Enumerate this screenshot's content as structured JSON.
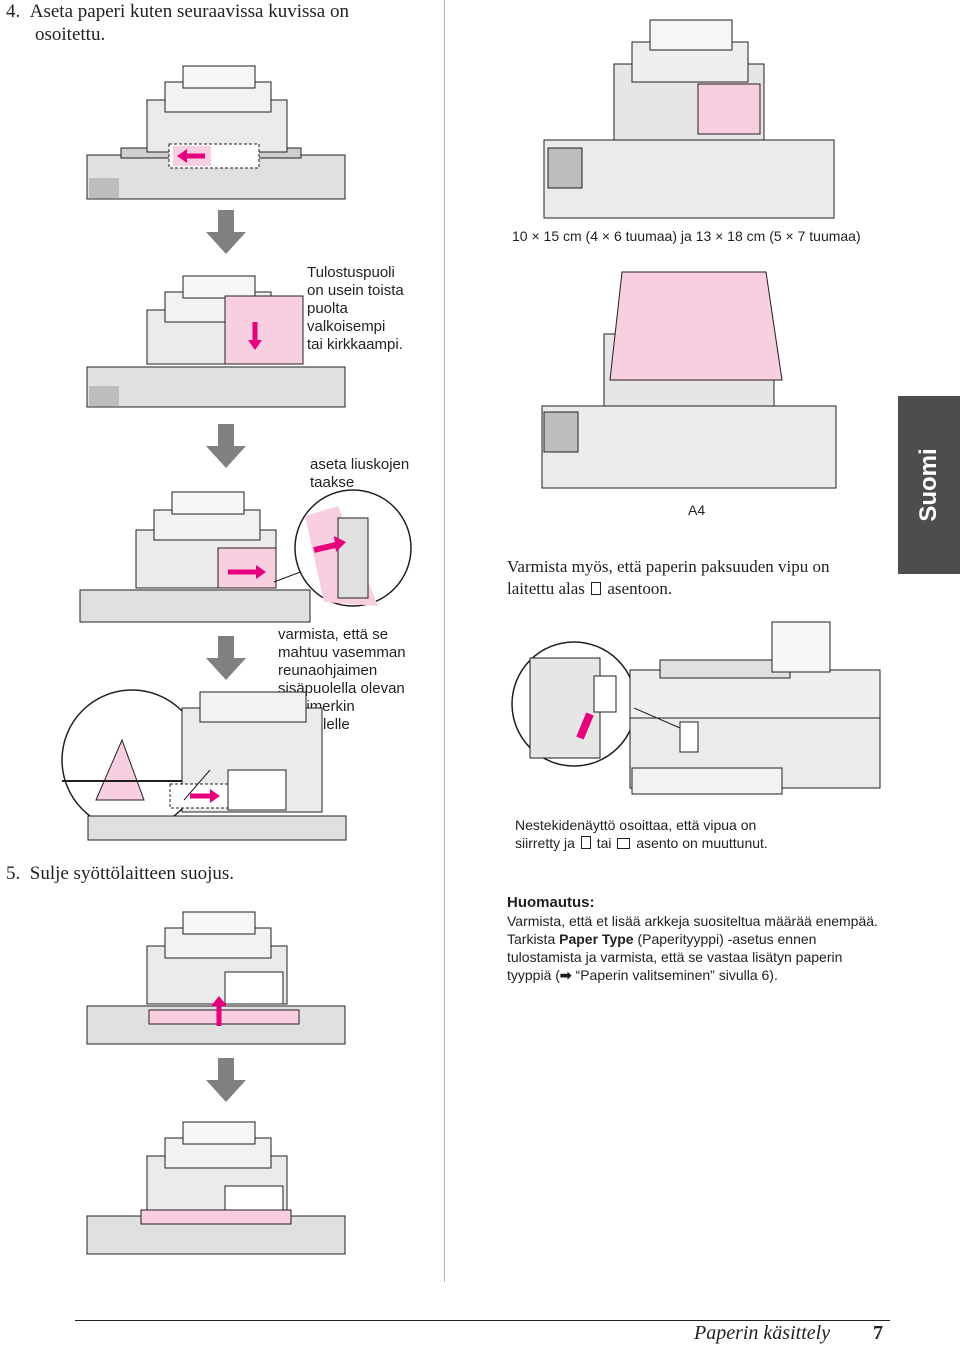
{
  "steps": {
    "step4": "4.  Aseta paperi kuten seuraavissa kuvissa on",
    "step4_cont": "osoitettu.",
    "step5": "5.  Sulje syöttölaitteen suojus."
  },
  "captions": {
    "printside": [
      "Tulostuspuoli",
      "on usein toista",
      "puolta",
      "valkoisempi",
      "tai kirkkaampi."
    ],
    "behind_tabs": [
      "aseta liuskojen",
      "taakse"
    ],
    "fit_under": [
      "varmista, että se",
      "mahtuu vasemman",
      "reunaohjaimen",
      "sisäpuolella olevan",
      "nuolimerkin",
      "alapuolelle"
    ],
    "size_small": "10 × 15 cm (4 × 6 tuumaa) ja 13 × 18 cm (5 × 7 tuumaa)",
    "size_a4": "A4",
    "lever_part1": "Varmista myös, että paperin paksuuden vipu on",
    "lever_part2": "laitettu alas",
    "lever_part3": "asentoon.",
    "lcd_part1": "Nestekidenäyttö osoittaa, että vipua on",
    "lcd_part2": "siirretty ja",
    "lcd_part3": "tai",
    "lcd_part4": "asento on muuttunut."
  },
  "note": {
    "heading": "Huomautus:",
    "line1": "Varmista, että et lisää arkkeja suositeltua määrää enempää.",
    "line2a": "Tarkista",
    "line2b": "Paper Type",
    "line2c": "(Paperityyppi) -asetus ennen",
    "line3": "tulostamista ja varmista, että se vastaa lisätyn paperin",
    "line4a": "tyyppiä (",
    "line4b": "“Paperin valitseminen” sivulla 6)."
  },
  "side_tab": "Suomi",
  "footer": {
    "title": "Paperin käsittely",
    "page": "7"
  },
  "icons": [
    "arrow-down-icon",
    "pointer-arrow-icon",
    "paper-thick-icon",
    "envelope-icon"
  ],
  "colors": {
    "paper_pink": "#f7cfe0",
    "accent_magenta": "#e6007e",
    "tab_gray": "#4d4d4d",
    "figure_gray": "#d9d9d9"
  }
}
